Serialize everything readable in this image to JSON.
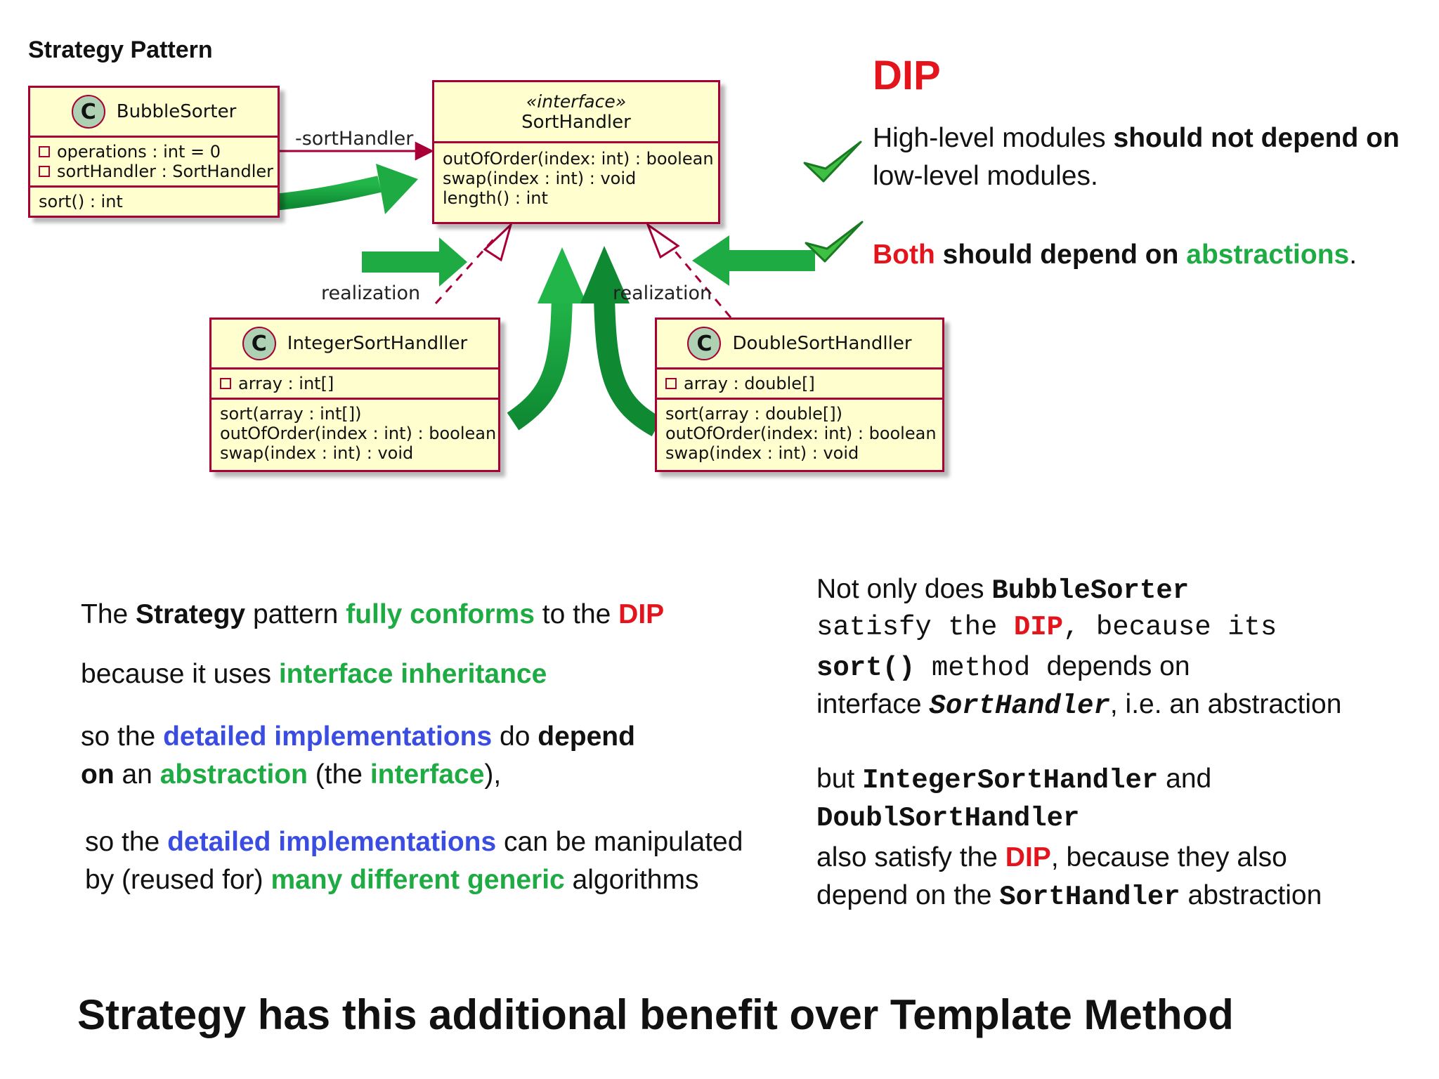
{
  "diagram_title": "Strategy Pattern",
  "bubble_sorter": {
    "badge": "C",
    "name": "BubbleSorter",
    "fields": [
      "operations : int = 0",
      "sortHandler : SortHandler"
    ],
    "methods": [
      "sort() : int"
    ]
  },
  "association_label": "-sortHandler",
  "sort_handler": {
    "stereotype": "«interface»",
    "name": "SortHandler",
    "methods": [
      "outOfOrder(index: int) : boolean",
      "swap(index : int) : void",
      "length() : int"
    ]
  },
  "realization_left": "realization",
  "realization_right": "realization",
  "integer_handler": {
    "badge": "C",
    "name": "IntegerSortHandller",
    "fields": [
      "array : int[]"
    ],
    "methods": [
      "sort(array : int[])",
      "outOfOrder(index : int) : boolean",
      "swap(index : int) : void"
    ]
  },
  "double_handler": {
    "badge": "C",
    "name": "DoubleSortHandller",
    "fields": [
      "array : double[]"
    ],
    "methods": [
      "sort(array : double[])",
      "outOfOrder(index: int) : boolean",
      "swap(index : int) : void"
    ]
  },
  "dip": {
    "title": "DIP",
    "b1_pre": "High-level modules ",
    "b1_bold": "should not depend on",
    "b1_line2": "low-level modules.",
    "b2_both": "Both",
    "b2_mid": " should depend on ",
    "b2_abs": "abstractions",
    "b2_end": "."
  },
  "left_text": {
    "l1_a": "The ",
    "l1_strategy": "Strategy",
    "l1_b": " pattern ",
    "l1_fully": "fully conforms",
    "l1_c": " to the ",
    "l1_dip": "DIP",
    "l2_a": "because it uses ",
    "l2_ii": "interface inheritance",
    "l3_a": "so the ",
    "l3_di": "detailed implementations",
    "l3_b": " do ",
    "l3_depend": "depend",
    "l4_on": "on",
    "l4_a": " an ",
    "l4_abs": "abstraction",
    "l4_b": " (the ",
    "l4_int": "interface",
    "l4_c": "),",
    "l5_a": "so the ",
    "l5_di": "detailed implementations",
    "l5_b": " can be manipulated",
    "l6_a": "by (reused for) ",
    "l6_many": "many different generic",
    "l6_b": " algorithms"
  },
  "right_text": {
    "r1_a": "Not only does ",
    "r1_bs": "BubbleSorter",
    "r2_a": "satisfy the ",
    "r2_dip": "DIP",
    "r2_b": ", because its",
    "r3_sort": "sort()",
    "r3_a": " method ",
    "r3_b": " depends on",
    "r4_a": " interface ",
    "r4_sh": "SortHandler",
    "r4_b": ", i.e. an abstraction",
    "r5_a": "but ",
    "r5_ish": "IntegerSortHandler",
    "r5_b": "  and",
    "r6_dsh": "DoublSortHandler",
    "r7_a": "also satisfy the ",
    "r7_dip": "DIP",
    "r7_b": ", because they also",
    "r8_a": "depend on the ",
    "r8_sh": "SortHandler",
    "r8_b": " abstraction"
  },
  "bottom_title": "Strategy has this additional benefit over Template Method",
  "colors": {
    "uml_border": "#a80036",
    "uml_fill": "#fefece",
    "arrow_green": "#1fab43",
    "red": "#e3141b",
    "blue": "#3b4de0"
  }
}
